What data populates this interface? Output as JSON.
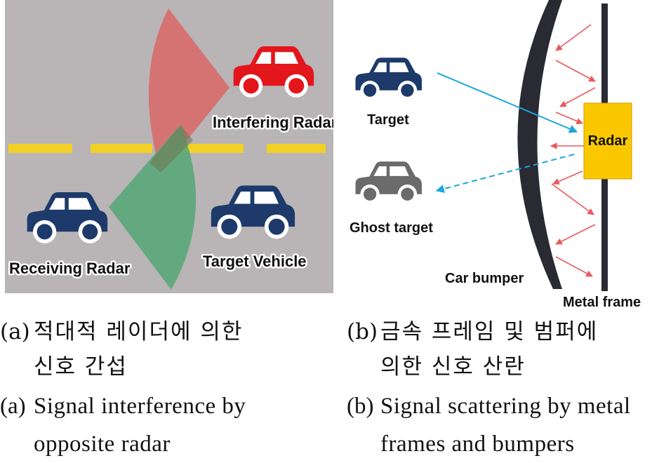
{
  "panel_a": {
    "labels": {
      "interfering_radar": "Interfering Radar",
      "receiving_radar": "Receiving Radar",
      "target_vehicle": "Target Vehicle"
    },
    "colors": {
      "background": "#b9b4b6",
      "lane_marking": "#f2d024",
      "interfering_car": "#e3161c",
      "blue_car": "#1d3a6b",
      "interference_beam": "#d86b6b",
      "receiving_beam": "#5aa77a"
    }
  },
  "panel_b": {
    "labels": {
      "target": "Target",
      "ghost_target": "Ghost target",
      "radar": "Radar",
      "car_bumper": "Car bumper",
      "metal_frame": "Metal frame"
    },
    "colors": {
      "target_car": "#1d3a6b",
      "ghost_car": "#6b6b6b",
      "radar_box": "#fbc800",
      "scatter_arrows": "#e8595d",
      "target_path": "#1aa6de",
      "bumper": "#2a2a33"
    }
  },
  "captions": {
    "korean_a": {
      "mark": "(a)",
      "line1": "적대적 레이더에 의한",
      "line2": "신호 간섭"
    },
    "korean_b": {
      "mark": "(b)",
      "line1": "금속 프레임 및 범퍼에",
      "line2": "의한 신호 산란"
    },
    "english_a": {
      "mark": "(a)",
      "line1": "Signal interference by",
      "line2": "opposite radar"
    },
    "english_b": {
      "mark": "(b)",
      "line1": "Signal scattering by metal",
      "line2": "frames and bumpers"
    }
  }
}
